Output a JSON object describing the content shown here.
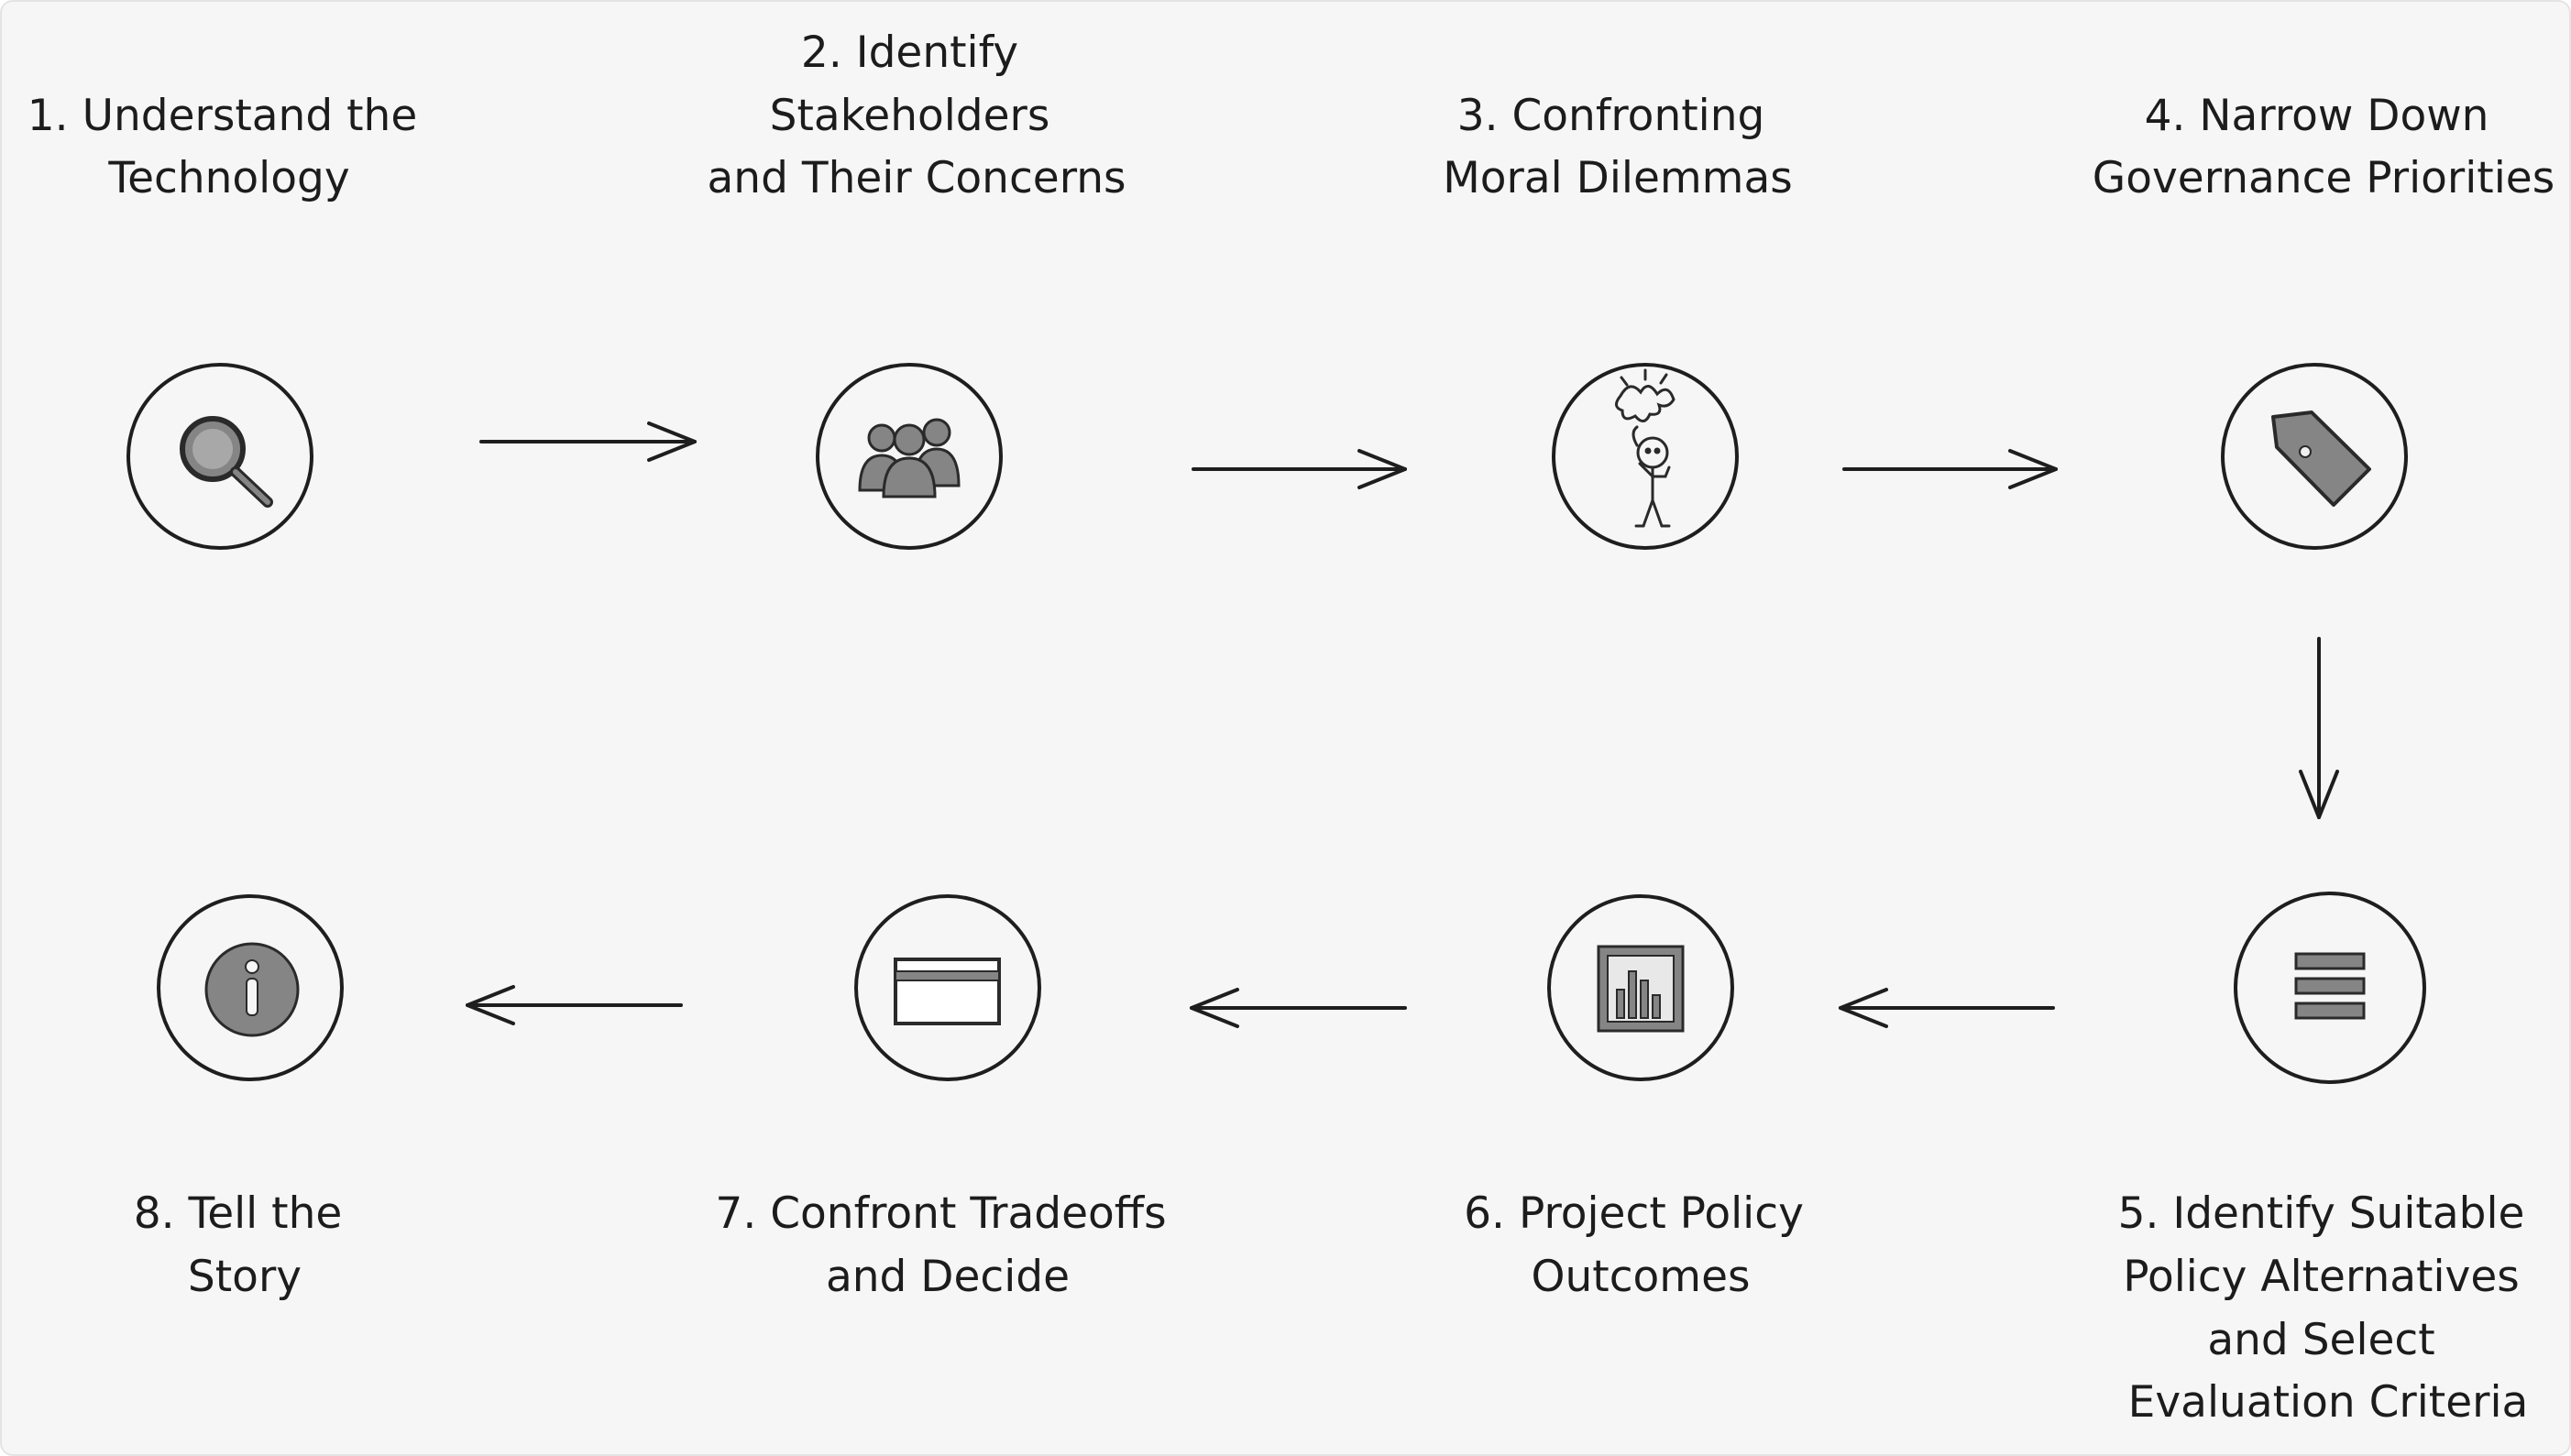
{
  "steps": [
    {
      "id": 1,
      "label_lines": [
        "1. Understand the",
        "Technology"
      ],
      "icon": "magnifier-icon"
    },
    {
      "id": 2,
      "label_lines": [
        "2. Identify",
        "Stakeholders",
        "and Their Concerns"
      ],
      "icon": "people-group-icon"
    },
    {
      "id": 3,
      "label_lines": [
        "3. Confronting",
        "Moral Dilemmas"
      ],
      "icon": "confused-figure-icon"
    },
    {
      "id": 4,
      "label_lines": [
        "4. Narrow Down",
        "Governance Priorities"
      ],
      "icon": "tag-icon"
    },
    {
      "id": 5,
      "label_lines": [
        "5. Identify Suitable",
        "Policy Alternatives",
        "and Select",
        "Evaluation Criteria"
      ],
      "icon": "list-icon"
    },
    {
      "id": 6,
      "label_lines": [
        "6. Project Policy",
        "Outcomes"
      ],
      "icon": "bar-chart-icon"
    },
    {
      "id": 7,
      "label_lines": [
        "7. Confront Tradeoffs",
        "and Decide"
      ],
      "icon": "card-icon"
    },
    {
      "id": 8,
      "label_lines": [
        "8. Tell the",
        "Story"
      ],
      "icon": "info-icon"
    }
  ],
  "flow": [
    "1->2",
    "2->3",
    "3->4",
    "4->5",
    "5->6",
    "6->7",
    "7->8"
  ],
  "colors": {
    "background": "#f6f6f6",
    "stroke": "#1e1e1e",
    "icon_gray": "#858585",
    "text": "#1c1c1c"
  }
}
